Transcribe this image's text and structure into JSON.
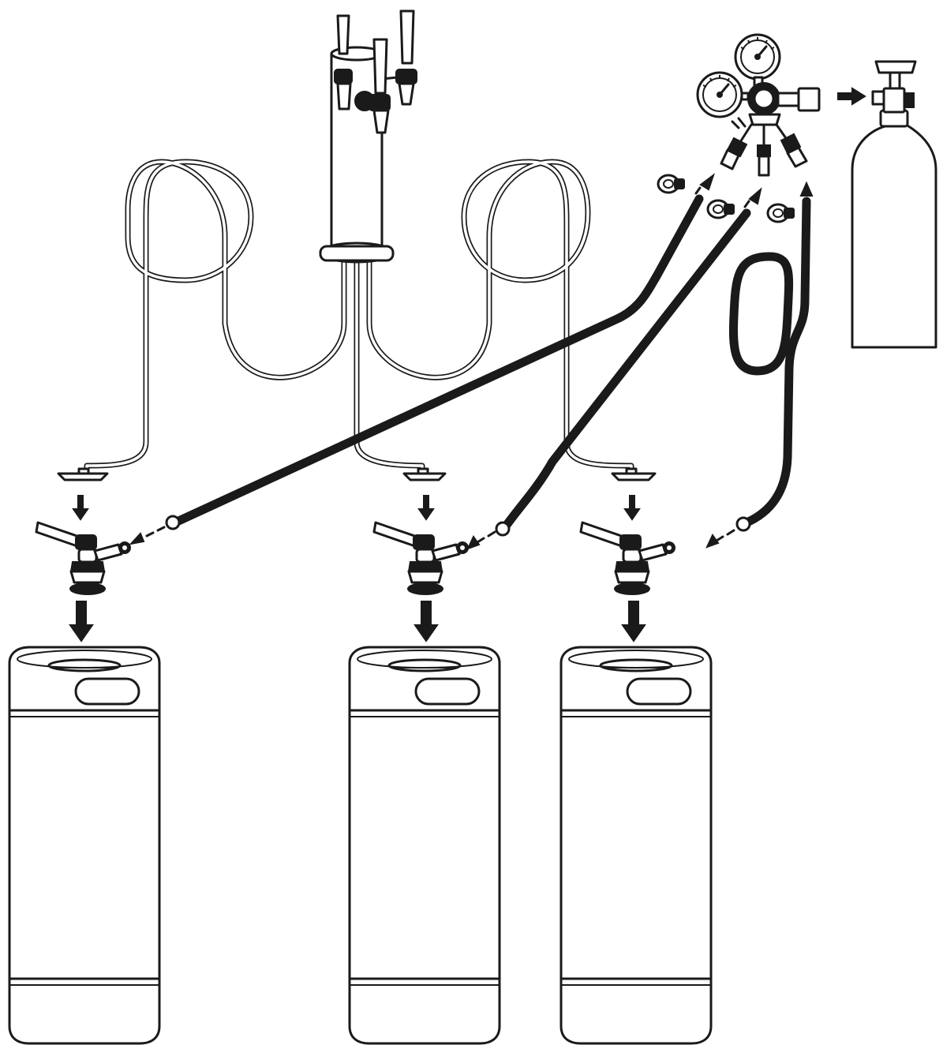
{
  "diagram": {
    "components": {
      "tower": "beer-tower",
      "faucets": 3,
      "coupler_count": 3,
      "keg_count": 3,
      "regulator": "co2-regulator-two-gauge",
      "gas_outlets": 3,
      "cylinder": "co2-cylinder"
    },
    "colors": {
      "stroke": "#1a1a1a",
      "fill": "#ffffff",
      "hose": "#1a1a1a"
    },
    "icons": [
      "arrow-down-icon",
      "arrow-left-icon",
      "arrow-right-icon",
      "arrow-up-icon",
      "hose-clamp-icon",
      "pressure-gauge-icon"
    ]
  }
}
